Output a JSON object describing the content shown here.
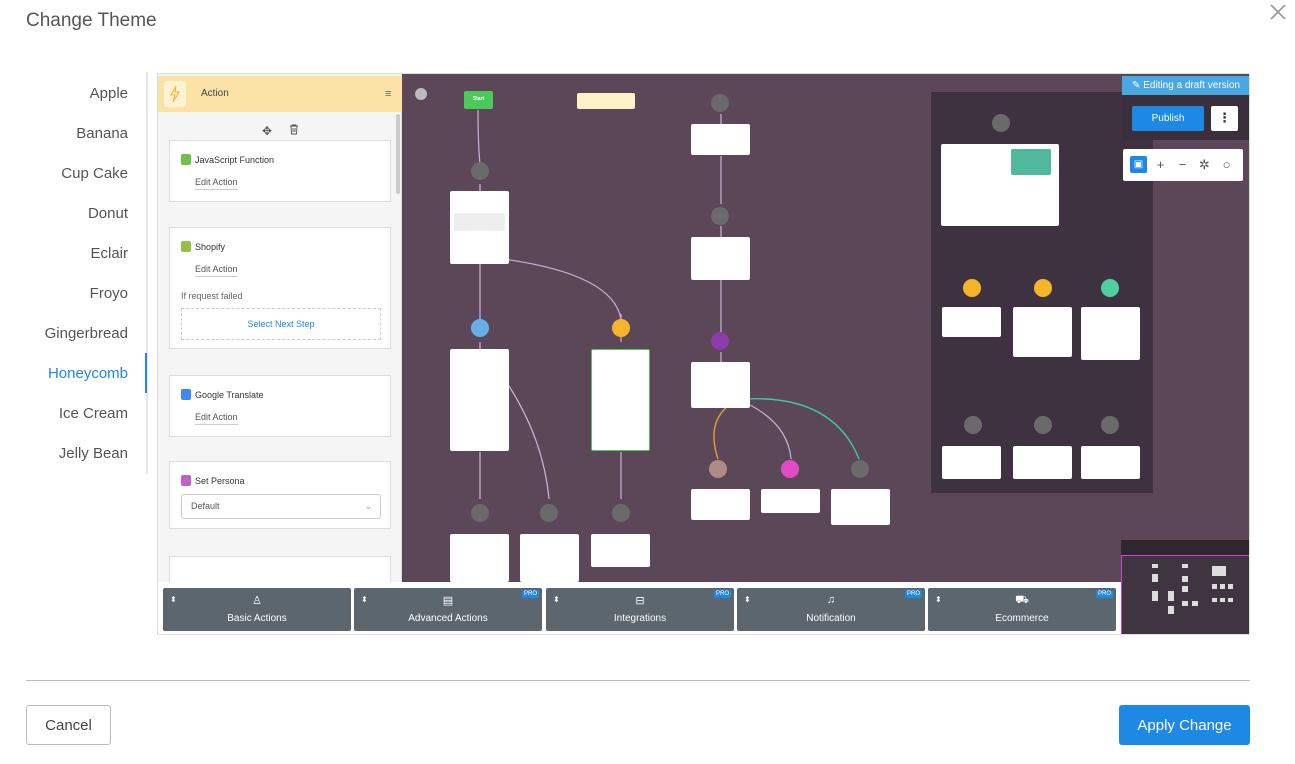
{
  "modal": {
    "title": "Change Theme",
    "cancel_label": "Cancel",
    "apply_label": "Apply Change"
  },
  "themes": {
    "items": [
      "Apple",
      "Banana",
      "Cup Cake",
      "Donut",
      "Eclair",
      "Froyo",
      "Gingerbread",
      "Honeycomb",
      "Ice Cream",
      "Jelly Bean"
    ],
    "selected": "Honeycomb",
    "accent_color": "#1e88e5"
  },
  "preview": {
    "panel": {
      "header_title": "Action",
      "cards": [
        {
          "title": "JavaScript Function",
          "button": "Edit Action",
          "icon": "nodejs-icon"
        },
        {
          "title": "Shopify",
          "button": "Edit Action",
          "fail_label": "If request failed",
          "next_step": "Select Next Step",
          "icon": "shopify-icon"
        },
        {
          "title": "Google Translate",
          "button": "Edit Action",
          "icon": "translate-icon"
        },
        {
          "title": "Set Persona",
          "select_value": "Default",
          "icon": "persona-icon"
        }
      ]
    },
    "canvas": {
      "start_label": "Start",
      "draft_badge": "Editing a draft version",
      "publish_label": "Publish",
      "background_color": "#5b4758"
    },
    "toolbar": [
      {
        "label": "Basic Actions",
        "pro": ""
      },
      {
        "label": "Advanced Actions",
        "pro": "PRO"
      },
      {
        "label": "Integrations",
        "pro": "PRO"
      },
      {
        "label": "Notification",
        "pro": "PRO"
      },
      {
        "label": "Ecommerce",
        "pro": "PRO"
      }
    ]
  }
}
